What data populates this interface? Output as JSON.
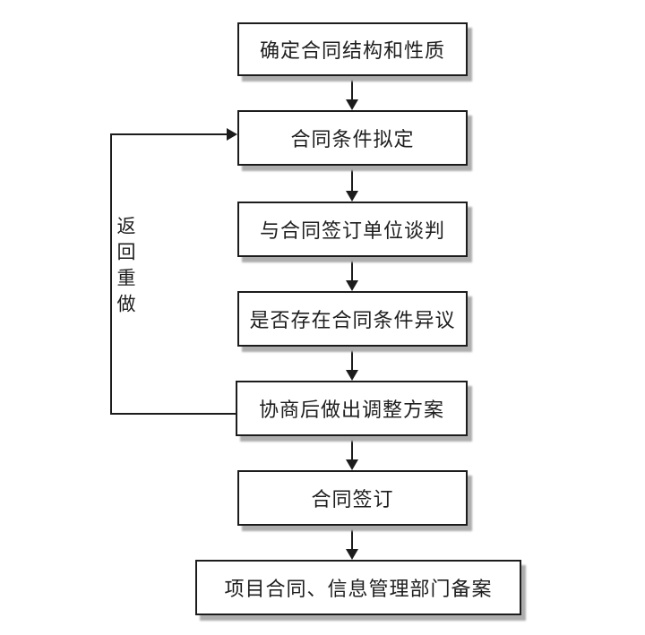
{
  "diagram": {
    "type": "flowchart",
    "language": "zh-CN",
    "nodes": [
      {
        "id": "n1",
        "label": "确定合同结构和性质"
      },
      {
        "id": "n2",
        "label": "合同条件拟定"
      },
      {
        "id": "n3",
        "label": "与合同签订单位谈判"
      },
      {
        "id": "n4",
        "label": "是否存在合同条件异议"
      },
      {
        "id": "n5",
        "label": "协商后做出调整方案"
      },
      {
        "id": "n6",
        "label": "合同签订"
      },
      {
        "id": "n7",
        "label": "项目合同、信息管理部门备案"
      }
    ],
    "edges": [
      {
        "from": "n1",
        "to": "n2",
        "label": ""
      },
      {
        "from": "n2",
        "to": "n3",
        "label": ""
      },
      {
        "from": "n3",
        "to": "n4",
        "label": ""
      },
      {
        "from": "n4",
        "to": "n5",
        "label": ""
      },
      {
        "from": "n5",
        "to": "n2",
        "label": "返回重做"
      },
      {
        "from": "n5",
        "to": "n6",
        "label": ""
      },
      {
        "from": "n6",
        "to": "n7",
        "label": ""
      }
    ],
    "loop_label": "返回重做",
    "colors": {
      "line": "#1c1c1c",
      "box_fill": "#ffffff",
      "box_border": "#1c1c1c",
      "shadow": "#adadad",
      "background": "#ffffff",
      "text": "#1e1e1e"
    }
  }
}
